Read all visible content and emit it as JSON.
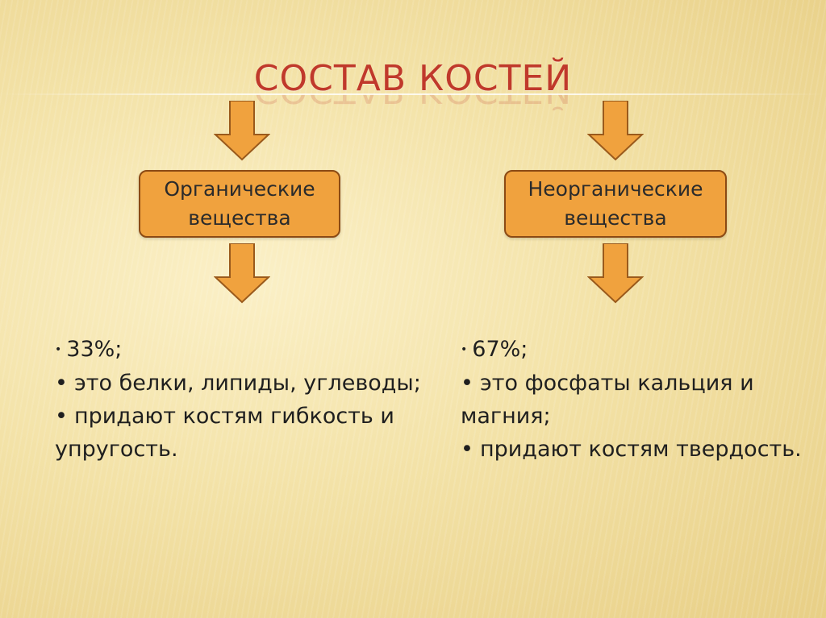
{
  "title": "СОСТАВ КОСТЕЙ",
  "left": {
    "box_line1": "Органические",
    "box_line2": "вещества",
    "items": [
      "33%;",
      "это белки, липиды, углеводы;",
      "придают костям гибкость и упругость."
    ]
  },
  "right": {
    "box_line1": "Неорганические",
    "box_line2": "вещества",
    "items": [
      "67%;",
      "это фосфаты кальция и магния;",
      "придают костям твердость."
    ]
  },
  "colors": {
    "title": "#c0392b",
    "box_fill": "#f0a23e",
    "box_border": "#8b4a14",
    "arrow_fill": "#f0a23e",
    "arrow_stroke": "#9a5a1c"
  },
  "icons": [
    "down-arrow-icon"
  ]
}
